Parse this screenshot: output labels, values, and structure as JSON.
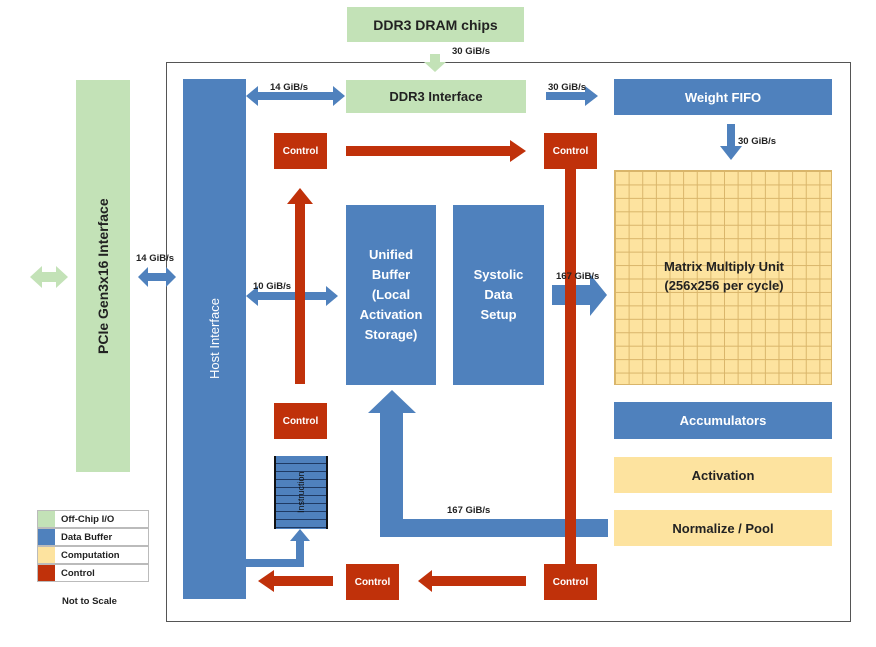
{
  "blocks": {
    "ddr3_chips": "DDR3 DRAM chips",
    "ddr3_interface": "DDR3 Interface",
    "weight_fifo": "Weight FIFO",
    "pcie": "PCIe Gen3x16 Interface",
    "host_interface": "Host Interface",
    "unified_buffer": "Unified Buffer (Local Activation Storage)",
    "systolic_setup": "Systolic Data Setup",
    "mmu": "Matrix Multiply Unit (256x256 per cycle)",
    "accumulators": "Accumulators",
    "activation": "Activation",
    "normalize_pool": "Normalize / Pool",
    "instruction": "Instruction"
  },
  "control_label": "Control",
  "bandwidths": {
    "ddr_chips": "30 GiB/s",
    "host_ddr": "14 GiB/s",
    "ddr_fifo": "30 GiB/s",
    "fifo_mmu": "30 GiB/s",
    "pcie_host": "14 GiB/s",
    "host_ub": "10 GiB/s",
    "setup_mmu": "167 GiB/s",
    "return_ub": "167 GiB/s"
  },
  "legend": {
    "items": [
      {
        "label": "Off-Chip I/O",
        "color": "#c3e2b7"
      },
      {
        "label": "Data Buffer",
        "color": "#4f81bd"
      },
      {
        "label": "Computation",
        "color": "#fde39f"
      },
      {
        "label": "Control",
        "color": "#c0310a"
      }
    ],
    "note": "Not to Scale"
  }
}
